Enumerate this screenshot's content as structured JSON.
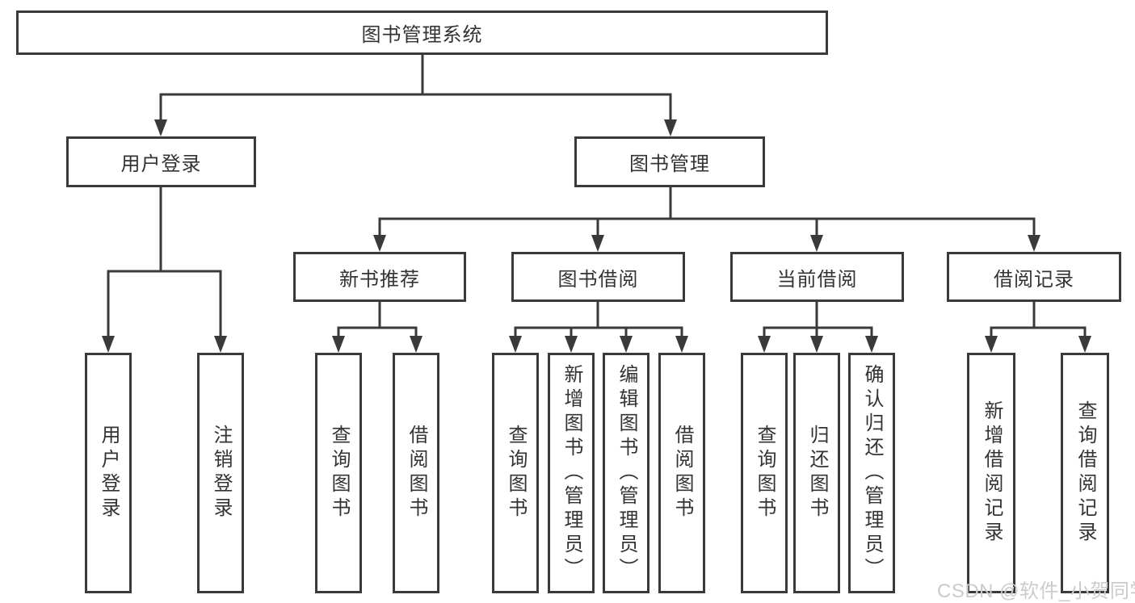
{
  "diagram": {
    "root": {
      "label": "图书管理系统"
    },
    "children": [
      {
        "label": "用户登录",
        "children": [
          {
            "label": "用户登录"
          },
          {
            "label": "注销登录"
          }
        ]
      },
      {
        "label": "图书管理",
        "children": [
          {
            "label": "新书推荐",
            "children": [
              {
                "label": "查询图书"
              },
              {
                "label": "借阅图书"
              }
            ]
          },
          {
            "label": "图书借阅",
            "children": [
              {
                "label": "查询图书"
              },
              {
                "label": "新增图书（管理员）"
              },
              {
                "label": "编辑图书（管理员）"
              },
              {
                "label": "借阅图书"
              }
            ]
          },
          {
            "label": "当前借阅",
            "children": [
              {
                "label": "查询图书"
              },
              {
                "label": "归还图书"
              },
              {
                "label": "确认归还（管理员）"
              }
            ]
          },
          {
            "label": "借阅记录",
            "children": [
              {
                "label": "新增借阅记录"
              },
              {
                "label": "查询借阅记录"
              }
            ]
          }
        ]
      }
    ]
  },
  "watermark": {
    "text": "CSDN @软件_小贺同学"
  },
  "colors": {
    "border": "#3a3a3a",
    "text": "#333333",
    "background": "#ffffff",
    "watermark": "#c9cccf"
  }
}
